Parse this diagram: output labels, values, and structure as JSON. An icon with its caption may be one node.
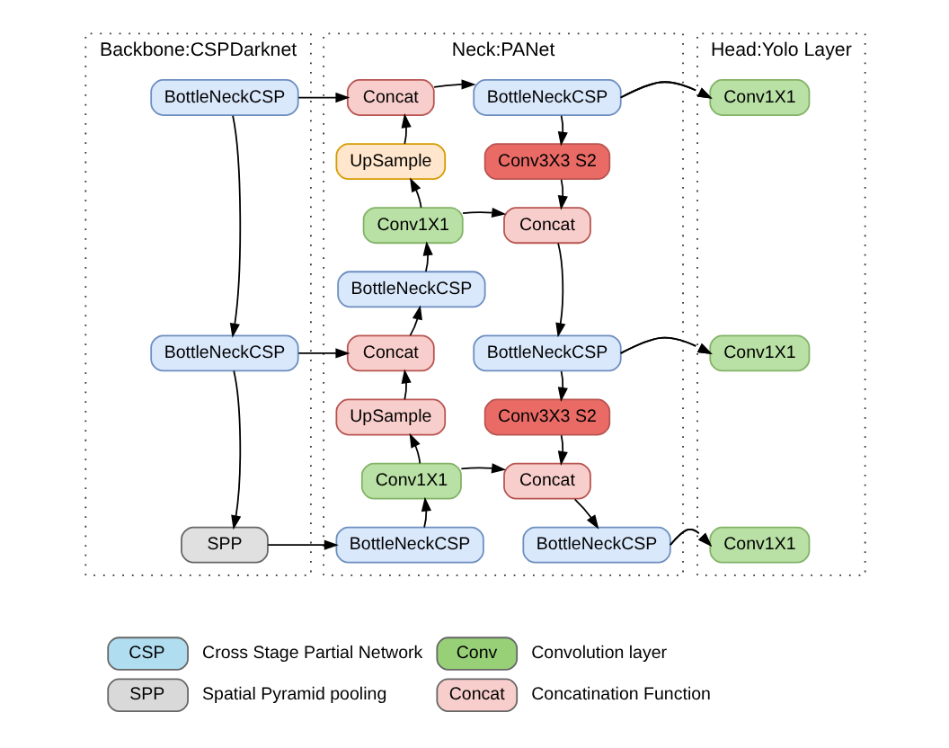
{
  "diagram": {
    "nodes": [
      {
        "text": [
          "Backbone:CSPDarknet"
        ]
      },
      {
        "text": [
          "BottleNeckCSP"
        ],
        "in": 0
      },
      {
        "text": [
          "BottleNeckCSP"
        ],
        "in": 0
      },
      {
        "text": [
          "SPP"
        ],
        "in": 0
      },
      {
        "text": [
          "Neck:PANet"
        ]
      },
      {
        "text": [
          "Concat"
        ],
        "in": 4
      },
      {
        "text": [
          "BottleNeckCSP"
        ],
        "in": 4
      },
      {
        "text": [
          "UpSample"
        ],
        "in": 4
      },
      {
        "text": [
          "Conv3X3 S2"
        ],
        "in": 4
      },
      {
        "text": [
          "Conv1X1"
        ],
        "in": 4
      },
      {
        "text": [
          "Concat"
        ],
        "in": 4
      },
      {
        "text": [
          "BottleNeckCSP"
        ],
        "in": 4
      },
      {
        "text": [
          "Concat"
        ],
        "in": 4
      },
      {
        "text": [
          "BottleNeckCSP"
        ],
        "in": 4
      },
      {
        "text": [
          "UpSample"
        ],
        "in": 4
      },
      {
        "text": [
          "Conv3X3 S2"
        ],
        "in": 4
      },
      {
        "text": [
          "Conv1X1"
        ],
        "in": 4
      },
      {
        "text": [
          "Concat"
        ],
        "in": 4
      },
      {
        "text": [
          "BottleNeckCSP"
        ],
        "in": 4
      },
      {
        "text": [
          "BottleNeckCSP"
        ],
        "in": 4
      },
      {
        "text": [
          "Head:Yolo Layer"
        ]
      },
      {
        "text": [
          "Conv1X1"
        ],
        "in": 20
      },
      {
        "text": [
          "Conv1X1"
        ],
        "in": 20
      },
      {
        "text": [
          "Conv1X1"
        ],
        "in": 20
      }
    ],
    "edges": [
      {
        "from": 1,
        "to": 2,
        "arrow": "to"
      },
      {
        "from": 2,
        "to": 3,
        "arrow": "to"
      },
      {
        "from": 1,
        "to": 5,
        "arrow": "to"
      },
      {
        "from": 5,
        "to": 6,
        "arrow": "to"
      },
      {
        "from": 6,
        "to": 21,
        "arrow": "to"
      },
      {
        "from": 6,
        "to": 8,
        "arrow": "to"
      },
      {
        "from": 7,
        "to": 5,
        "arrow": "to"
      },
      {
        "from": 9,
        "to": 7,
        "arrow": "to"
      },
      {
        "from": 9,
        "to": 10,
        "arrow": "to"
      },
      {
        "from": 8,
        "to": 10,
        "arrow": "to"
      },
      {
        "from": 11,
        "to": 9,
        "arrow": "to"
      },
      {
        "from": 12,
        "to": 11,
        "arrow": "to"
      },
      {
        "from": 10,
        "to": 13,
        "arrow": "to"
      },
      {
        "from": 2,
        "to": 12,
        "arrow": "to"
      },
      {
        "from": 13,
        "to": 22,
        "arrow": "to"
      },
      {
        "from": 13,
        "to": 15,
        "arrow": "to"
      },
      {
        "from": 14,
        "to": 12,
        "arrow": "to"
      },
      {
        "from": 16,
        "to": 14,
        "arrow": "to"
      },
      {
        "from": 16,
        "to": 17,
        "arrow": "to"
      },
      {
        "from": 15,
        "to": 17,
        "arrow": "to"
      },
      {
        "from": 18,
        "to": 16,
        "arrow": "to"
      },
      {
        "from": 3,
        "to": 18,
        "arrow": "to"
      },
      {
        "from": 17,
        "to": 19,
        "arrow": "to"
      },
      {
        "from": 19,
        "to": 23,
        "arrow": "to"
      }
    ],
    "labels": [
      "CSP",
      "Conv",
      "SPP",
      "Concat"
    ],
    "legend": [
      {
        "text": "Cross Stage Partial Network",
        "color": "#b1ddf0"
      },
      {
        "text": "Convolution layer",
        "color": "#97d077"
      },
      {
        "text": "Spatial Pyramid pooling",
        "color": "#d9d9d9"
      },
      {
        "text": "Concatination Function",
        "color": "#f8cecc"
      }
    ]
  }
}
